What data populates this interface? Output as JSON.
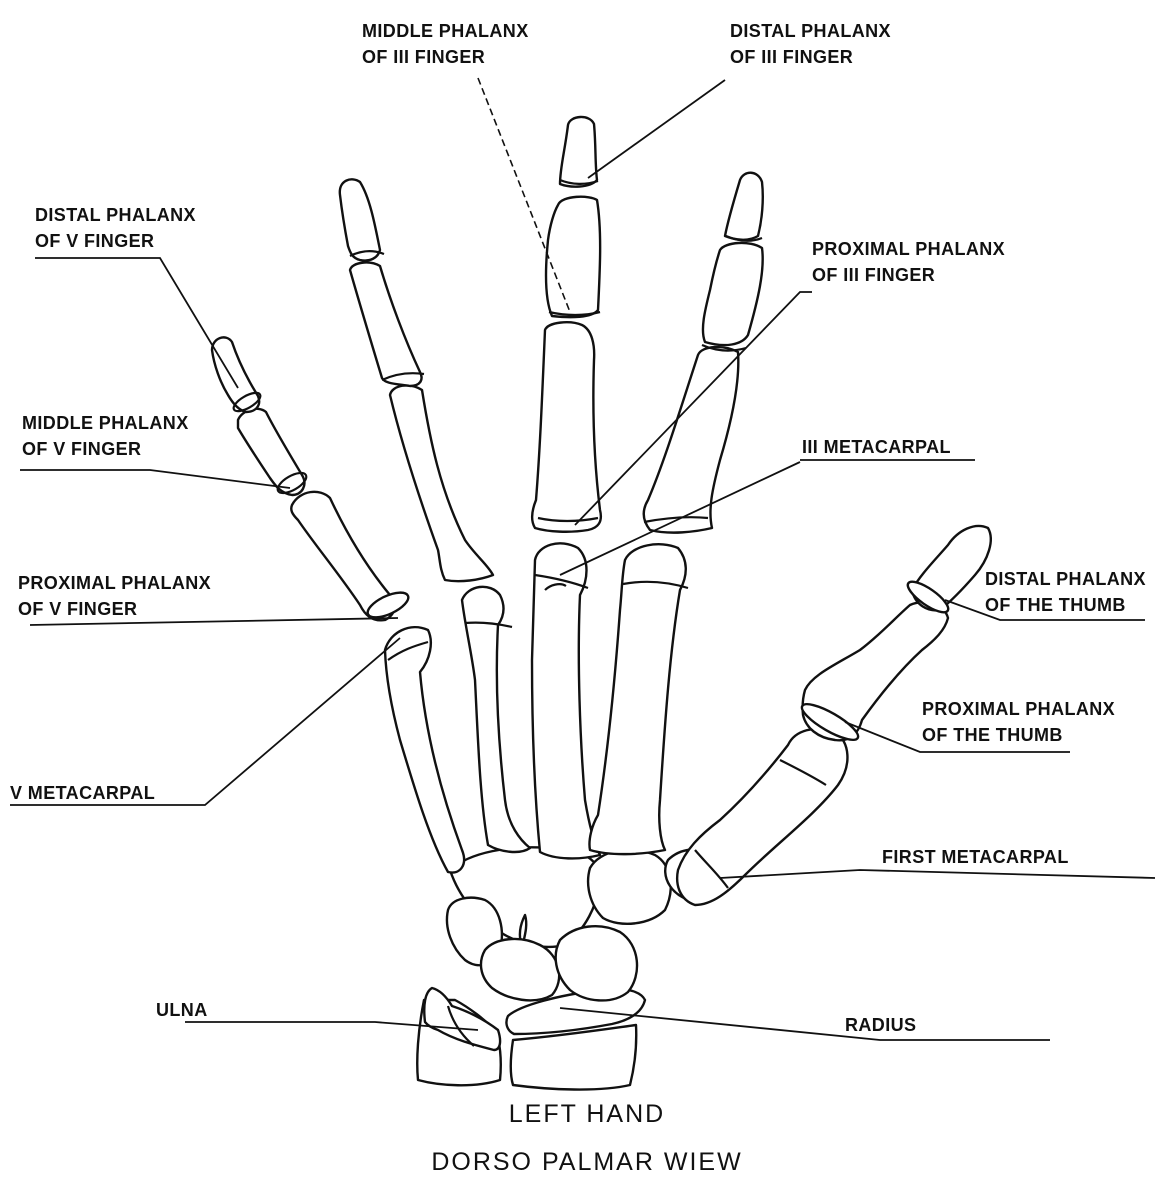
{
  "labels": {
    "middle_phalanx_iii": [
      "MIDDLE PHALANX",
      "OF III FINGER"
    ],
    "distal_phalanx_iii": [
      "DISTAL PHALANX",
      "OF III FINGER"
    ],
    "distal_phalanx_v": [
      "DISTAL PHALANX",
      "OF V FINGER"
    ],
    "proximal_phalanx_iii": [
      "PROXIMAL PHALANX",
      "OF III FINGER"
    ],
    "middle_phalanx_v": [
      "MIDDLE PHALANX",
      "OF V FINGER"
    ],
    "iii_metacarpal": [
      "III METACARPAL"
    ],
    "proximal_phalanx_v": [
      "PROXIMAL PHALANX",
      "OF V FINGER"
    ],
    "distal_phalanx_thumb": [
      "DISTAL PHALANX",
      "OF THE THUMB"
    ],
    "proximal_phalanx_thumb": [
      "PROXIMAL PHALANX",
      "OF THE THUMB"
    ],
    "v_metacarpal": [
      "V METACARPAL"
    ],
    "first_metacarpal": [
      "FIRST METACARPAL"
    ],
    "ulna": [
      "ULNA"
    ],
    "radius": [
      "RADIUS"
    ]
  },
  "caption": {
    "line1": "LEFT HAND",
    "line2": "DORSO PALMAR WIEW"
  }
}
